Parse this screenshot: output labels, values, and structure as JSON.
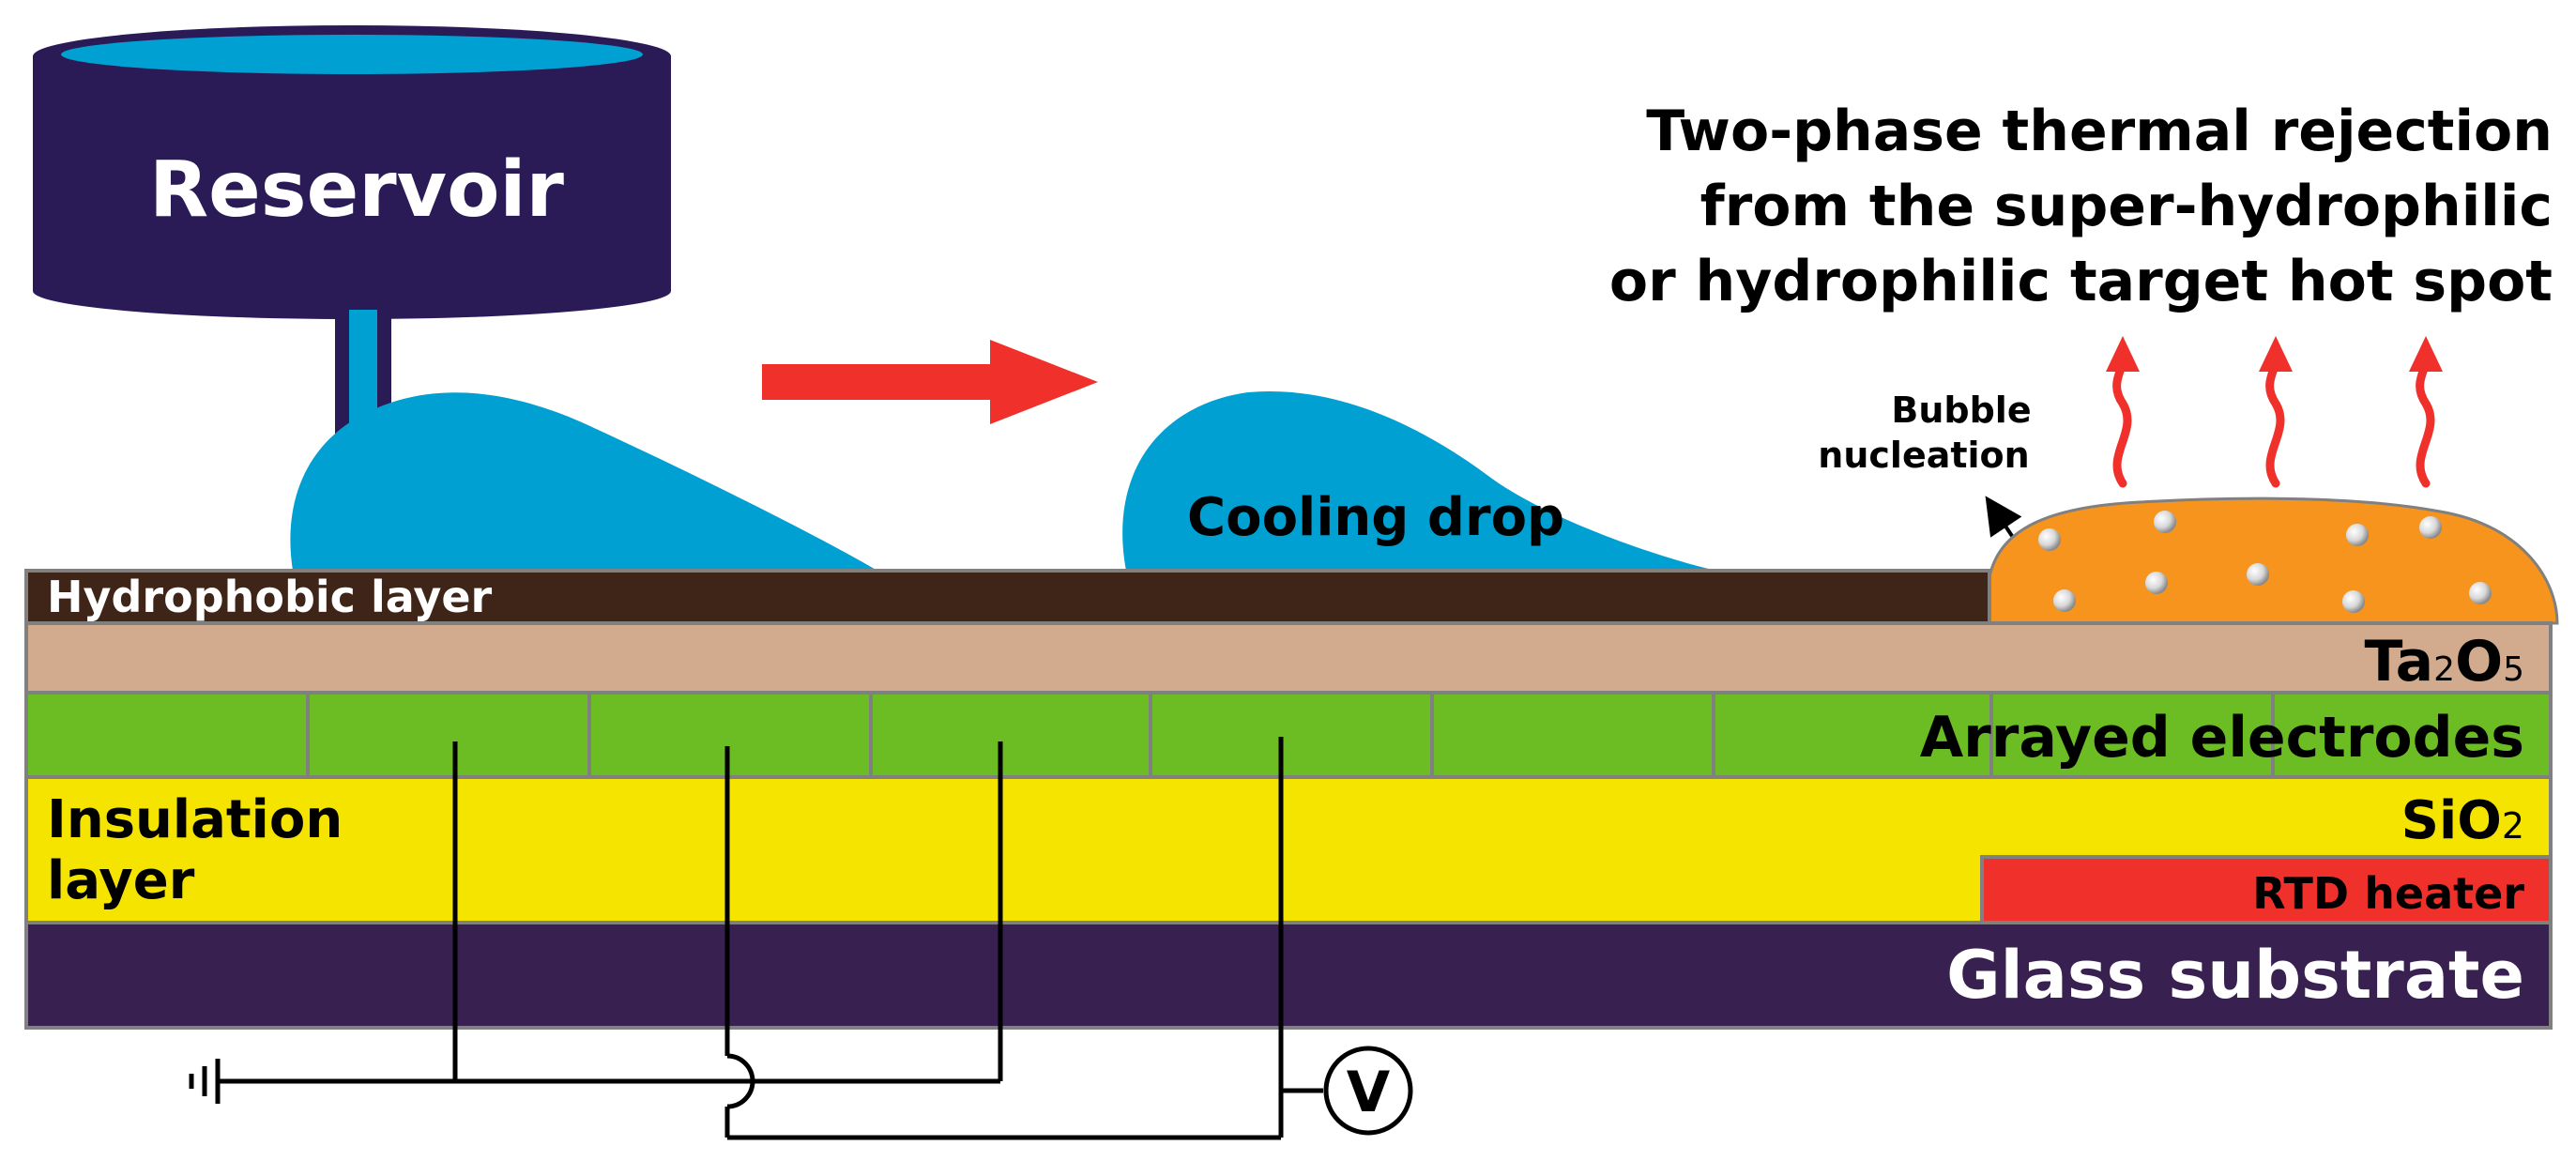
{
  "labels": {
    "reservoir": "Reservoir",
    "cooling_drop": "Cooling drop",
    "title_line1": "Two-phase thermal rejection",
    "title_line2": "from the super-hydrophilic",
    "title_line3": "or hydrophilic target hot spot",
    "bubble_line1": "Bubble",
    "bubble_line2": "nucleation",
    "hydrophobic_layer": "Hydrophobic layer",
    "ta2o5_ta": "Ta",
    "ta2o5_sub2": "2",
    "ta2o5_o": "O",
    "ta2o5_sub5": "5",
    "arrayed_electrodes": "Arrayed electrodes",
    "insulation_line1": "Insulation",
    "insulation_line2": "layer",
    "sio2_si": "SiO",
    "sio2_sub": "2",
    "rtd_heater": "RTD heater",
    "glass_substrate": "Glass substrate",
    "voltmeter": "V"
  },
  "colors": {
    "reservoir_body": "#2a1a56",
    "water": "#00a0d2",
    "arrow_red": "#f0302a",
    "hydrophobic": "#3f2418",
    "ta2o5": "#d2ab8e",
    "electrodes": "#6cbd24",
    "insulation": "#f5e400",
    "rtd": "#f0302a",
    "glass": "#382050",
    "hotspot": "#f7941d",
    "wire": "#000000"
  }
}
